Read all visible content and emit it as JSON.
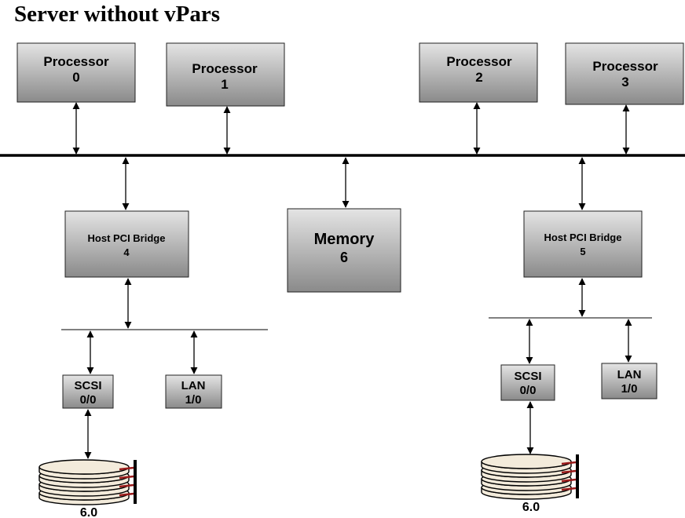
{
  "title": "Server without vPars",
  "colors": {
    "box_top": "#e4e4e4",
    "box_bottom": "#8a8a8a",
    "disk_fill": "#f3ebdb",
    "disk_connector": "#9a1a1a",
    "line": "#000000"
  },
  "processors": [
    {
      "label": "Processor",
      "id": "0"
    },
    {
      "label": "Processor",
      "id": "1"
    },
    {
      "label": "Processor",
      "id": "2"
    },
    {
      "label": "Processor",
      "id": "3"
    }
  ],
  "memory": {
    "label": "Memory",
    "id": "6"
  },
  "bridges": [
    {
      "label": "Host PCI Bridge",
      "id": "4"
    },
    {
      "label": "Host PCI Bridge",
      "id": "5"
    }
  ],
  "scsi": [
    {
      "label": "SCSI",
      "id": "0/0"
    },
    {
      "label": "SCSI",
      "id": "0/0"
    }
  ],
  "lan": [
    {
      "label": "LAN",
      "id": "1/0"
    },
    {
      "label": "LAN",
      "id": "1/0"
    }
  ],
  "disks": [
    {
      "label": "6.0",
      "icon": "disk-stack-icon"
    },
    {
      "label": "6.0",
      "icon": "disk-stack-icon"
    }
  ]
}
